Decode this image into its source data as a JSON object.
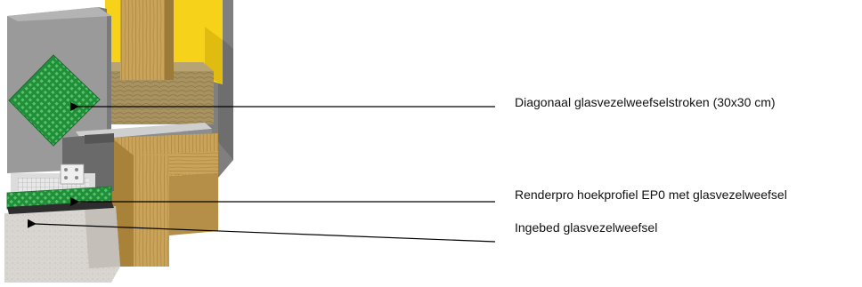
{
  "labels": {
    "mesh_strip": "Diagonaal glasvezelweefselstroken (30x30 cm)",
    "corner_profile": "Renderpro hoekprofiel EP0  met glasvezelweefsel",
    "embedded_mesh": "Ingebed glasvezelweefsel"
  },
  "colors": {
    "wall_grey": "#8f8f8f",
    "wood": "#c9a35a",
    "insulation_yellow": "#f7d21a",
    "mineral_wool": "#a89360",
    "mesh_green": "#1f8f3a",
    "concrete": "#d9d6d1",
    "leader_line": "#000000"
  }
}
